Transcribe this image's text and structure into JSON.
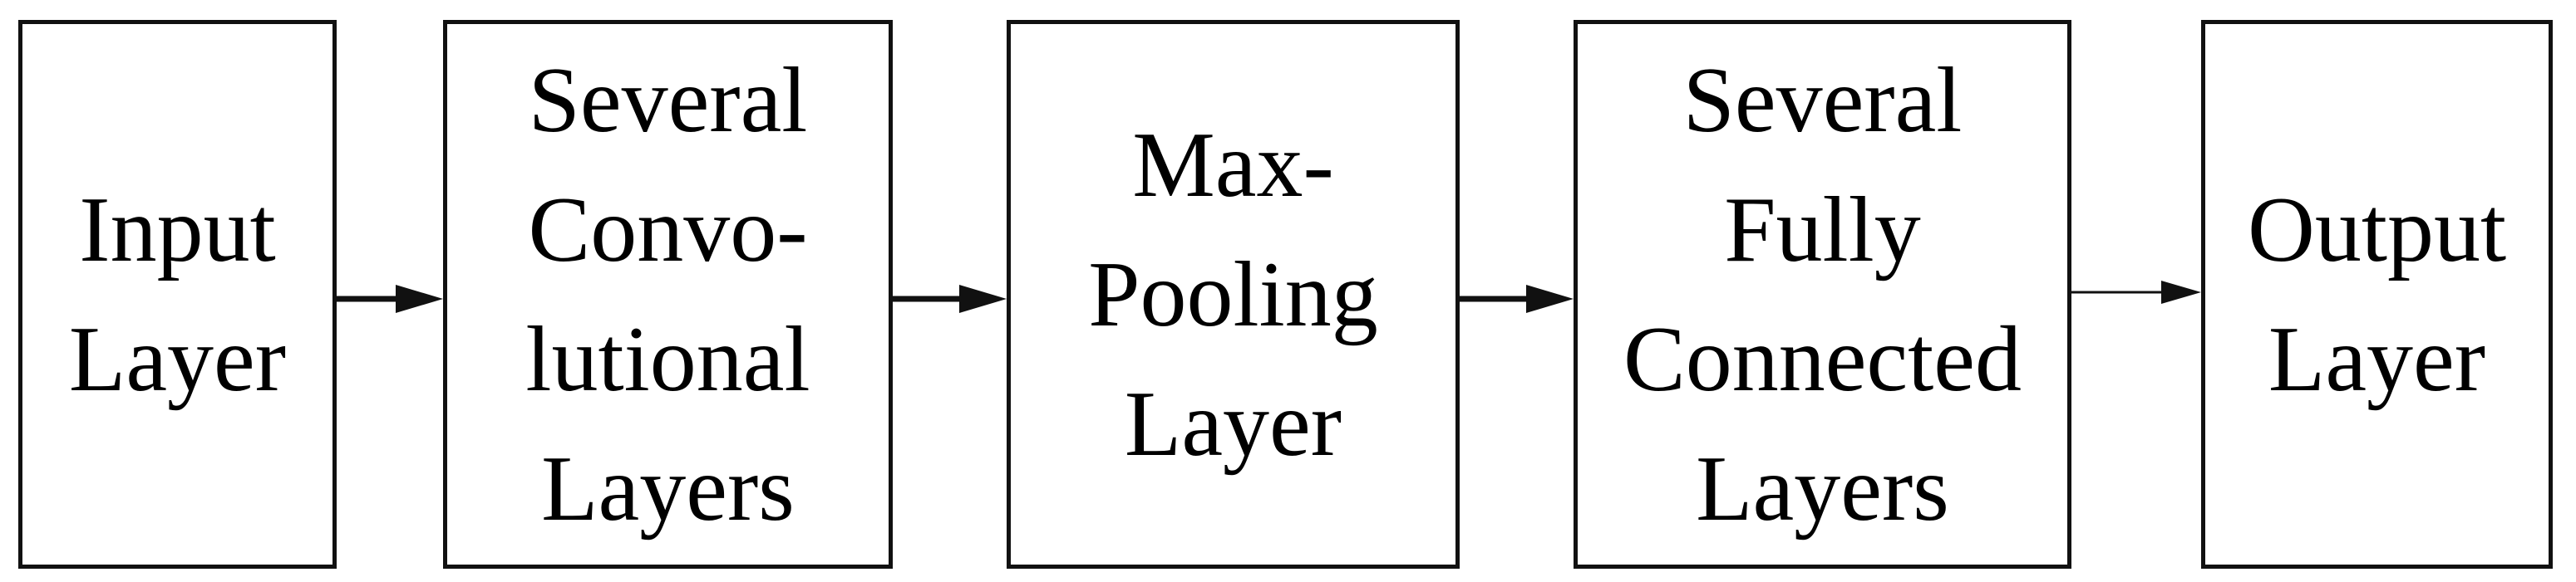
{
  "colors": {
    "stroke": "#111111",
    "text": "#000000",
    "background": "#ffffff"
  },
  "nodes": [
    {
      "id": "input-layer",
      "lines": [
        "Input",
        "Layer"
      ]
    },
    {
      "id": "convolutional-layers",
      "lines": [
        "Several",
        "Convo-",
        "lutional",
        "Layers"
      ]
    },
    {
      "id": "max-pooling-layer",
      "lines": [
        "Max-",
        "Pooling",
        "Layer"
      ]
    },
    {
      "id": "fully-connected-layers",
      "lines": [
        "Several",
        "Fully",
        "Connected",
        "Layers"
      ]
    },
    {
      "id": "output-layer",
      "lines": [
        "Output",
        "Layer"
      ]
    }
  ],
  "edges": [
    {
      "from": "input-layer",
      "to": "convolutional-layers",
      "style": "bold"
    },
    {
      "from": "convolutional-layers",
      "to": "max-pooling-layer",
      "style": "bold"
    },
    {
      "from": "max-pooling-layer",
      "to": "fully-connected-layers",
      "style": "bold"
    },
    {
      "from": "fully-connected-layers",
      "to": "output-layer",
      "style": "thin"
    }
  ]
}
